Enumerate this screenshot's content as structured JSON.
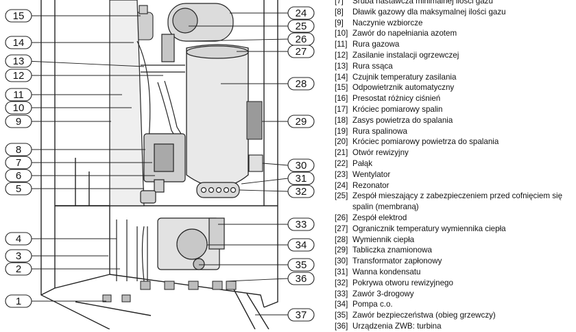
{
  "callouts_left": [
    "15",
    "14",
    "13",
    "12",
    "11",
    "10",
    "9",
    "8",
    "7",
    "6",
    "5",
    "4",
    "3",
    "2",
    "1"
  ],
  "callouts_right": [
    "24",
    "25",
    "26",
    "27",
    "28",
    "29",
    "30",
    "31",
    "32",
    "33",
    "34",
    "35",
    "36",
    "37"
  ],
  "legend": [
    {
      "num": "[7]",
      "text": "Śruba nastawcza minimalnej ilości gazu"
    },
    {
      "num": "[8]",
      "text": "Dławik gazowy dla maksymalnej ilości gazu"
    },
    {
      "num": "[9]",
      "text": "Naczynie wzbiorcze"
    },
    {
      "num": "[10]",
      "text": "Zawór do napełniania azotem"
    },
    {
      "num": "[11]",
      "text": "Rura gazowa"
    },
    {
      "num": "[12]",
      "text": "Zasilanie instalacji ogrzewczej"
    },
    {
      "num": "[13]",
      "text": "Rura ssąca"
    },
    {
      "num": "[14]",
      "text": "Czujnik temperatury zasilania"
    },
    {
      "num": "[15]",
      "text": "Odpowietrznik automatyczny"
    },
    {
      "num": "[16]",
      "text": "Presostat różnicy ciśnień"
    },
    {
      "num": "[17]",
      "text": "Króciec pomiarowy spalin"
    },
    {
      "num": "[18]",
      "text": "Zasys powietrza do spalania"
    },
    {
      "num": "[19]",
      "text": "Rura spalinowa"
    },
    {
      "num": "[20]",
      "text": "Króciec pomiarowy powietrza do spalania"
    },
    {
      "num": "[21]",
      "text": "Otwór rewizyjny"
    },
    {
      "num": "[22]",
      "text": "Pałąk"
    },
    {
      "num": "[23]",
      "text": "Wentylator"
    },
    {
      "num": "[24]",
      "text": "Rezonator"
    },
    {
      "num": "[25]",
      "text": "Zespół mieszający z zabezpieczeniem przed cofnięciem się spalin (membraną)"
    },
    {
      "num": "[26]",
      "text": "Zespół elektrod"
    },
    {
      "num": "[27]",
      "text": "Ogranicznik temperatury wymiennika ciepła"
    },
    {
      "num": "[28]",
      "text": "Wymiennik ciepła"
    },
    {
      "num": "[29]",
      "text": "Tabliczka znamionowa"
    },
    {
      "num": "[30]",
      "text": "Transformator zapłonowy"
    },
    {
      "num": "[31]",
      "text": "Wanna kondensatu"
    },
    {
      "num": "[32]",
      "text": "Pokrywa otworu rewizyjnego"
    },
    {
      "num": "[33]",
      "text": "Zawór 3-drogowy"
    },
    {
      "num": "[34]",
      "text": "Pompa c.o."
    },
    {
      "num": "[35]",
      "text": "Zawór bezpieczeństwa (obieg grzewczy)"
    },
    {
      "num": "[36]",
      "text": "Urządzenia ZWB: turbina"
    }
  ]
}
